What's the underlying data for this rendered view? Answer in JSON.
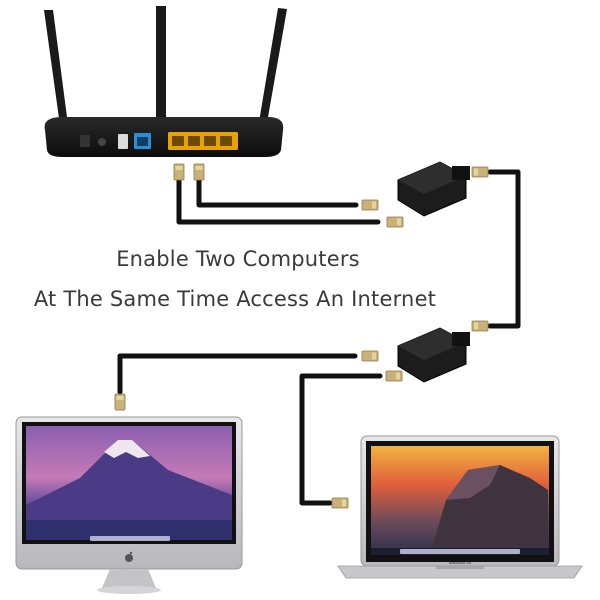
{
  "caption": {
    "line1": "Enable Two Computers",
    "line2": "At The Same Time Access An Internet"
  },
  "laptop_badge": "MacBook Air",
  "colors": {
    "cable": "#111111",
    "router_body": "#1a1a1a",
    "lan_ports": "#e8a300",
    "wan_port": "#2a8fd6",
    "plug_metal": "#c9b27a"
  },
  "icons": [
    "router-icon",
    "splitter-icon",
    "desktop-monitor-icon",
    "laptop-icon",
    "ethernet-plug-icon",
    "apple-logo-icon"
  ]
}
